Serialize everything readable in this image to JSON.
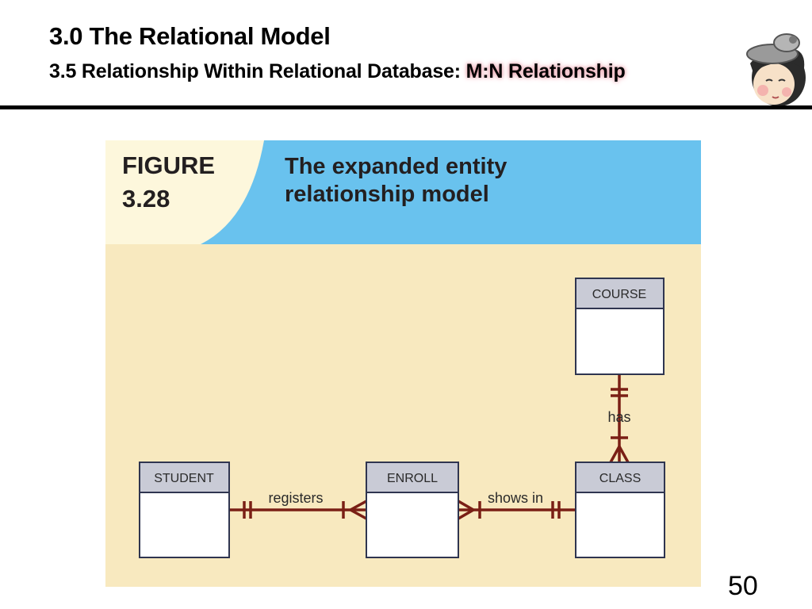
{
  "slide": {
    "title": "3.0 The Relational Model",
    "subtitle_prefix": "3.5 Relationship Within Relational Database: ",
    "subtitle_highlight": "M:N Relationship",
    "page_number": "50"
  },
  "figure": {
    "label_line1": "FIGURE",
    "label_line2": "3.28",
    "caption_line1": "The expanded entity",
    "caption_line2": "relationship model"
  },
  "entities": {
    "course": "COURSE",
    "student": "STUDENT",
    "enroll": "ENROLL",
    "class": "CLASS"
  },
  "relationships": {
    "registers": "registers",
    "shows_in": "shows in",
    "has": "has"
  },
  "colors": {
    "panel_background": "#f8e9bf",
    "header_blue": "#69c2ee",
    "header_cream": "#fdf7dc",
    "entity_header": "#c9cbd6",
    "entity_border": "#2f3550",
    "relationship_line": "#7a1f15"
  },
  "icons": [
    "mascot-avatar-icon"
  ]
}
